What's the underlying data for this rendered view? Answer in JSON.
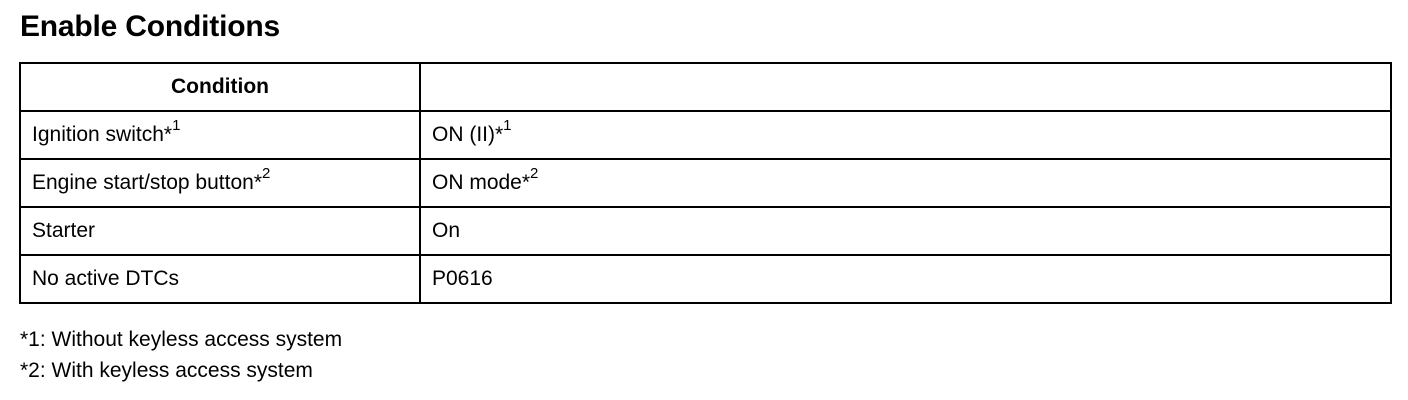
{
  "title": "Enable Conditions",
  "table": {
    "header": [
      "Condition",
      ""
    ],
    "rows": [
      {
        "condition": "Ignition switch*",
        "condition_sup": "1",
        "value": "ON (II)*",
        "value_sup": "1"
      },
      {
        "condition": "Engine start/stop button*",
        "condition_sup": "2",
        "value": "ON mode*",
        "value_sup": "2"
      },
      {
        "condition": "Starter",
        "condition_sup": "",
        "value": "On",
        "value_sup": ""
      },
      {
        "condition": "No active DTCs",
        "condition_sup": "",
        "value": "P0616",
        "value_sup": ""
      }
    ]
  },
  "footnotes": [
    "*1: Without keyless access system",
    "*2: With keyless access system"
  ]
}
